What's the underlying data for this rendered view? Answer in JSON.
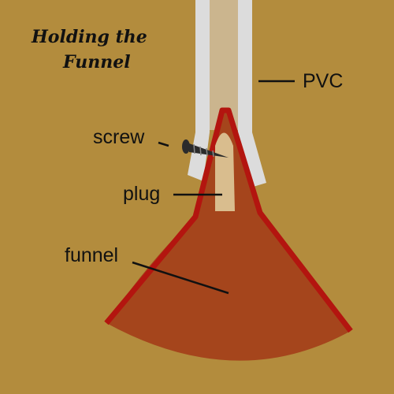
{
  "title": {
    "line1": "Holding the",
    "line2": "Funnel"
  },
  "labels": {
    "pvc": "PVC",
    "screw": "screw",
    "plug": "plug",
    "funnel": "funnel"
  },
  "colors": {
    "background": "#b38c3d",
    "pvc_pipe": "#dcdcdc",
    "pvc_interior": "#cbb58e",
    "funnel_fill": "#a5451c",
    "funnel_outline": "#b3150f",
    "plug": "#d9bd8e",
    "screw": "#2b2b2b"
  }
}
